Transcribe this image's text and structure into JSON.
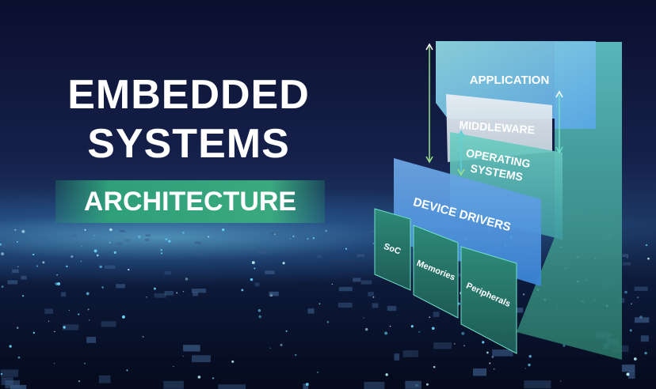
{
  "title": {
    "line1": "EMBEDDED",
    "line2": "SYSTEMS",
    "badge": "ARCHITECTURE"
  },
  "layers": {
    "application": "APPLICATION",
    "middleware": "MIDDLEWARE",
    "os_line1": "OPERATING",
    "os_line2": "SYSTEMS",
    "device_drivers": "DEVICE DRIVERS",
    "soc": "SoC",
    "memories": "Memories",
    "peripherals": "Peripherals"
  },
  "colors": {
    "badge": "#3aa97f",
    "background": "#0b0f2e",
    "panel_blue": "#6fb3e8",
    "panel_teal": "#3fb8a8"
  }
}
